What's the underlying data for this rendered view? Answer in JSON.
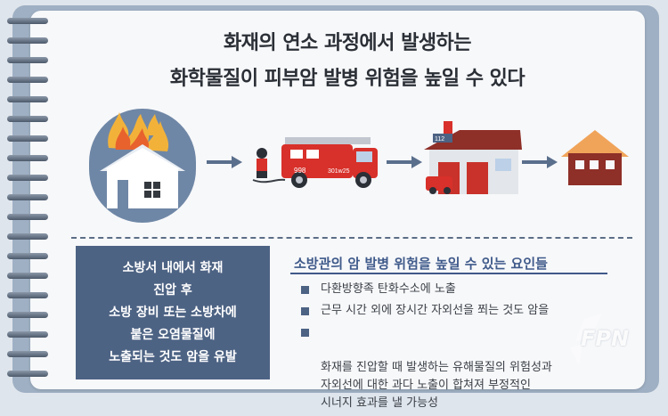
{
  "title": {
    "line1": "화재의 연소 과정에서 발생하는",
    "line2": "화학물질이 피부암 발병 위험을 높일 수 있다"
  },
  "scene": {
    "truck_label_side": "998",
    "truck_label_cab": "301w25",
    "station_sign": "112"
  },
  "info_box": {
    "lines": [
      "소방서 내에서 화재",
      "진압 후",
      "소방 장비 또는 소방차에",
      "붙은 오염물질에",
      "노출되는 것도 암을 유발"
    ]
  },
  "factors": {
    "heading": "소방관의 암 발병 위험을 높일 수 있는 요인들",
    "items": [
      "다환방향족 탄화수소에 노출",
      "근무 시간 외에 장시간 자외선을 쬐는 것도 암을",
      "화재를 진압할 때 발생하는 유해물질의 위험성과\n자외선에 대한 과다 노출이 합쳐져 부정적인\n시너지 효과를 낼 가능성"
    ]
  },
  "watermark": {
    "text": "FPN"
  },
  "colors": {
    "navy": "#4d6384",
    "frame": "#9fb0c4",
    "heading_blue": "#3f5a8a",
    "fire_red": "#d8302a",
    "house_brown": "#8e2f28"
  }
}
